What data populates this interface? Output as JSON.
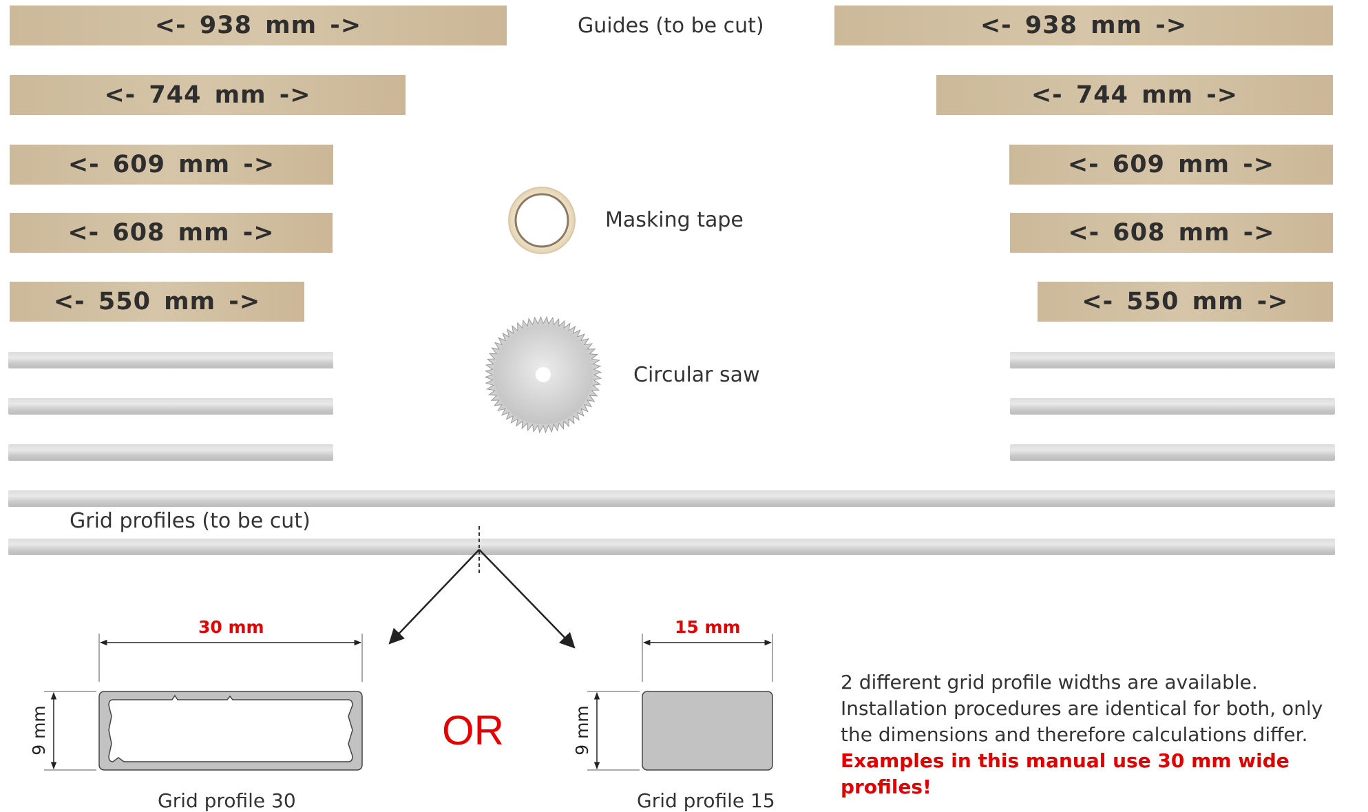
{
  "guides_title": "Guides (to be cut)",
  "guides_left": [
    {
      "label": "<- 938 mm ->"
    },
    {
      "label": "<- 744 mm ->"
    },
    {
      "label": "<- 609 mm ->"
    },
    {
      "label": "<- 608 mm ->"
    },
    {
      "label": "<- 550 mm ->"
    }
  ],
  "guides_right": [
    {
      "label": "<- 938 mm ->"
    },
    {
      "label": "<- 744 mm ->"
    },
    {
      "label": "<- 609 mm ->"
    },
    {
      "label": "<- 608 mm ->"
    },
    {
      "label": "<- 550 mm ->"
    }
  ],
  "tools": {
    "masking_tape": "Masking tape",
    "circular_saw": "Circular saw"
  },
  "grid_profiles_title": "Grid profiles (to be cut)",
  "profile_30": {
    "width_label": "30 mm",
    "height_label": "9 mm",
    "caption": "Grid profile 30"
  },
  "profile_15": {
    "width_label": "15 mm",
    "height_label": "9 mm",
    "caption": "Grid profile 15"
  },
  "or_text": "OR",
  "note": {
    "line1": "2 different grid profile widths are available.",
    "line2": "Installation procedures are identical for both, only",
    "line3": "the dimensions and therefore calculations differ.",
    "warning": "Examples in this manual use 30 mm wide profiles!"
  },
  "colors": {
    "guide_wood": "#d2c1a3",
    "accent_red": "#e50000",
    "profile_grey": "#c2c2c2"
  }
}
